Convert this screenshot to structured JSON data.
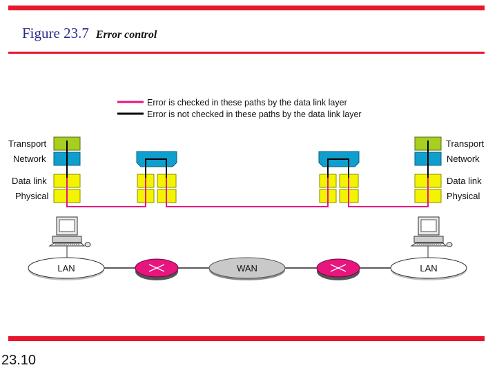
{
  "header": {
    "figure_label": "Figure 23.7",
    "caption": "Error control"
  },
  "legend": {
    "checked": "Error is checked in these paths by the data link layer",
    "not_checked": "Error is not checked in these paths by the data link layer"
  },
  "layers": {
    "transport": "Transport",
    "network": "Network",
    "datalink": "Data link",
    "physical": "Physical"
  },
  "networks": {
    "lan_left": "LAN",
    "wan": "WAN",
    "lan_right": "LAN"
  },
  "footer": {
    "slide_number": "23.10"
  },
  "colors": {
    "accent": "#e8152b",
    "checked_path": "#e8157f",
    "transport": "#a6cf1f",
    "network": "#0f9fcf",
    "datalink": "#f4f400",
    "router": "#e8157f",
    "wan": "#c9c9c9"
  }
}
